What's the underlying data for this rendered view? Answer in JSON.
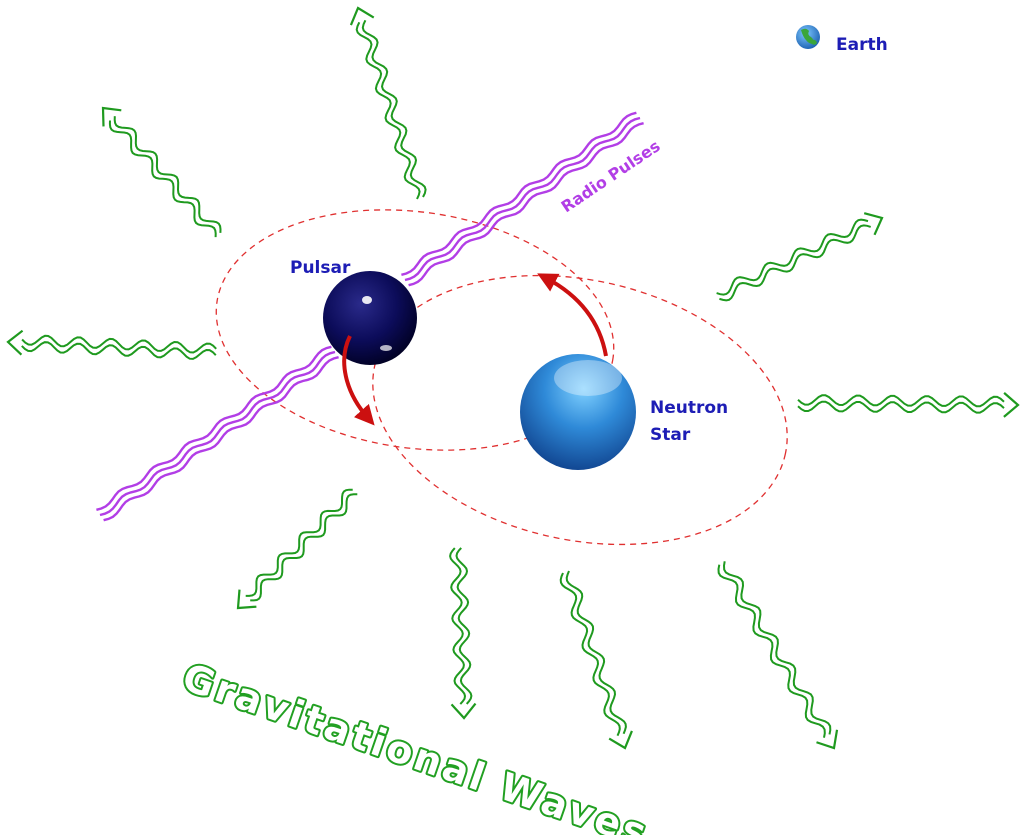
{
  "labels": {
    "earth": "Earth",
    "pulsar": "Pulsar",
    "neutron_star_line1": "Neutron",
    "neutron_star_line2": "Star",
    "radio_pulses": "Radio Pulses",
    "gravitational_waves": "Gravitational Waves"
  },
  "colors": {
    "gravitational_wave": "#1f9a1f",
    "radio_pulse": "#b23ee6",
    "orbit": "#e03030",
    "motion_arrow": "#cc1010",
    "label_text": "#1d1db5",
    "title_outline": "#22a022",
    "pulsar_body": "#0a0a55",
    "neutron_star_body": "#2a7fd0"
  },
  "icons": {
    "earth": "earth-globe-icon",
    "wave_arrow": "wavy-arrow-icon"
  }
}
